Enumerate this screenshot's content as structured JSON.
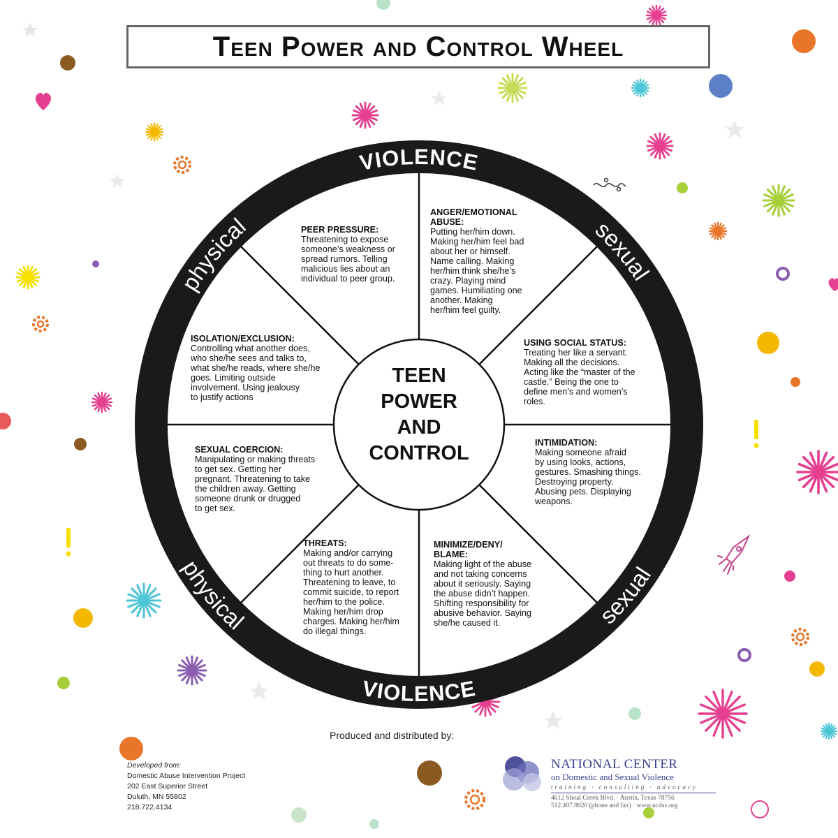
{
  "title": "Teen Power and Control Wheel",
  "rim_words": {
    "violence_top": "VIOLENCE",
    "violence_bottom": "VIOLENCE",
    "physical_top": "physical",
    "physical_bottom": "physical",
    "sexual_top": "sexual",
    "sexual_bottom": "sexual"
  },
  "center": {
    "line1": "TEEN",
    "line2": "POWER",
    "line3": "AND",
    "line4": "CONTROL"
  },
  "segments": {
    "peer_pressure": {
      "heading": "PEER PRESSURE:",
      "lines": [
        "Threatening to expose",
        "someone’s weakness or",
        "spread rumors.  Telling",
        "malicious lies about an",
        "individual to peer group."
      ]
    },
    "anger": {
      "heading": [
        "ANGER/EMOTIONAL",
        "ABUSE:"
      ],
      "lines": [
        "Putting her/him down.",
        "Making her/him feel bad",
        "about her or himself.",
        "Name calling.  Making",
        "her/him think she/he’s",
        "crazy.  Playing mind",
        "games.  Humiliating one",
        "another.  Making",
        "her/him feel guilty."
      ]
    },
    "social_status": {
      "heading": "USING SOCIAL STATUS:",
      "lines": [
        "Treating her like a servant.",
        "Making all the decisions.",
        "Acting like the “master of the",
        "castle.”  Being the one to",
        "define men’s and women’s",
        "roles."
      ]
    },
    "intimidation": {
      "heading": "INTIMIDATION:",
      "lines": [
        "Making someone afraid",
        "by using looks, actions,",
        "gestures.  Smashing things.",
        "Destroying property.",
        "Abusing pets.  Displaying",
        "weapons."
      ]
    },
    "minimize": {
      "heading": [
        "MINIMIZE/DENY/",
        "BLAME:"
      ],
      "lines": [
        "Making light of the abuse",
        "and not taking concerns",
        "about it seriously.  Saying",
        "the abuse didn’t happen.",
        "Shifting responsibility for",
        "abusive behavior.  Saying",
        "she/he caused it."
      ]
    },
    "threats": {
      "heading": "THREATS:",
      "lines": [
        "Making and/or carrying",
        "out threats to do some-",
        "thing to hurt another.",
        "Threatening to leave, to",
        "commit suicide, to report",
        "her/him to the police.",
        "Making her/him drop",
        "charges.  Making her/him",
        "do illegal things."
      ]
    },
    "sexual_coercion": {
      "heading": "SEXUAL COERCION:",
      "lines": [
        "Manipulating or making threats",
        "to get sex.  Getting her",
        "pregnant.  Threatening to take",
        "the children away.  Getting",
        "someone drunk or drugged",
        "to get sex."
      ]
    },
    "isolation": {
      "heading": "ISOLATION/EXCLUSION:",
      "lines": [
        "Controlling what another does,",
        "who she/he sees and talks to,",
        "what she/he reads, where she/he",
        "goes.  Limiting outside",
        "involvement.  Using jealousy",
        "to justify actions"
      ]
    }
  },
  "footer": {
    "produced_by": "Produced and distributed by:",
    "developed_from": {
      "label": "Developed from:",
      "lines": [
        "Domestic Abuse Intervention Project",
        "202 East Superior Street",
        "Duluth, MN 55802",
        "218.722.4134"
      ]
    },
    "ncdsv": {
      "name": "NATIONAL CENTER",
      "subtitle": "on Domestic and Sexual Violence",
      "tagline": "training  ·  consulting  ·  advocacy",
      "address": "4612 Shoal Creek Blvd.  ·  Austin, Texas 78756",
      "contact": "512.407.9020 (phone and fax)  ·  www.ncdsv.org"
    }
  },
  "colors": {
    "rim": "#1a1a1a",
    "text": "#111111",
    "ncdsv_blue": "#3b3f8f",
    "deco_orange": "#e8752a",
    "deco_pink": "#e63f8f",
    "deco_yellow": "#f5b800",
    "deco_teal": "#4ec6d6",
    "deco_brown": "#8a5a22",
    "deco_green": "#a6cf3a",
    "deco_purple": "#8a5db0"
  }
}
